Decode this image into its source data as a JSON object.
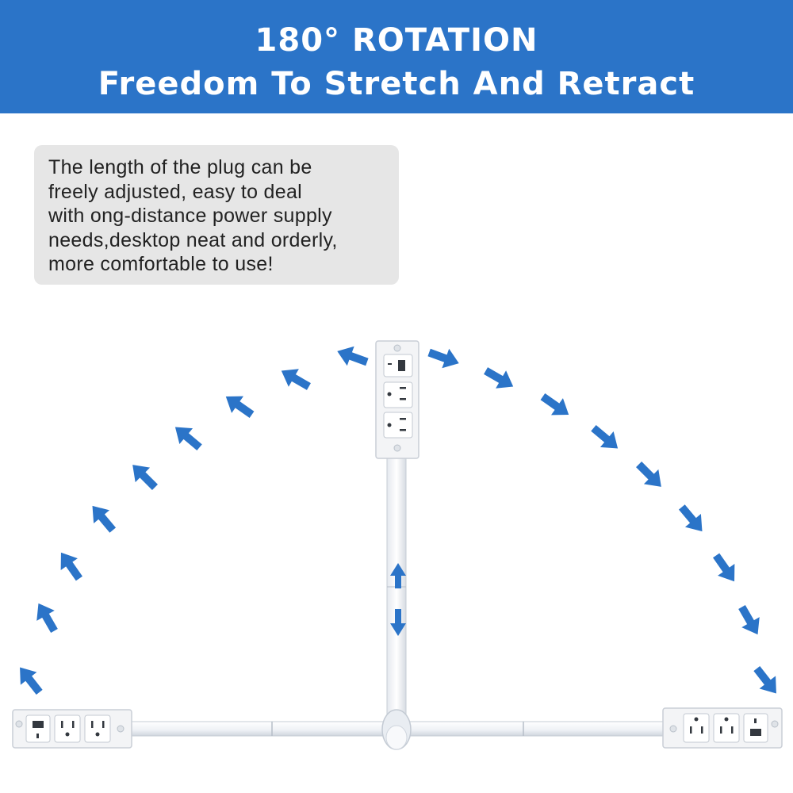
{
  "banner": {
    "title": "180° ROTATION",
    "subtitle": "Freedom To Stretch And Retract",
    "background_color": "#2b74c8"
  },
  "description": {
    "text": "The length of the plug can be\nfreely adjusted, easy to deal\nwith ong-distance power supply\nneeds,desktop neat and orderly,\nmore comfortable to use!"
  },
  "illustration": {
    "arrow_color": "#2b74c8",
    "strips": [
      {
        "name": "vertical-power-strip",
        "outlets": [
          "usb-port",
          "ac-outlet",
          "ac-outlet"
        ]
      },
      {
        "name": "left-power-strip",
        "outlets": [
          "usb-port",
          "ac-outlet",
          "ac-outlet"
        ]
      },
      {
        "name": "right-power-strip",
        "outlets": [
          "ac-outlet",
          "ac-outlet",
          "usb-port"
        ]
      }
    ],
    "icons": [
      "rotation-arrow-icon",
      "extend-arrow-icon",
      "pivot-knob-icon"
    ]
  }
}
